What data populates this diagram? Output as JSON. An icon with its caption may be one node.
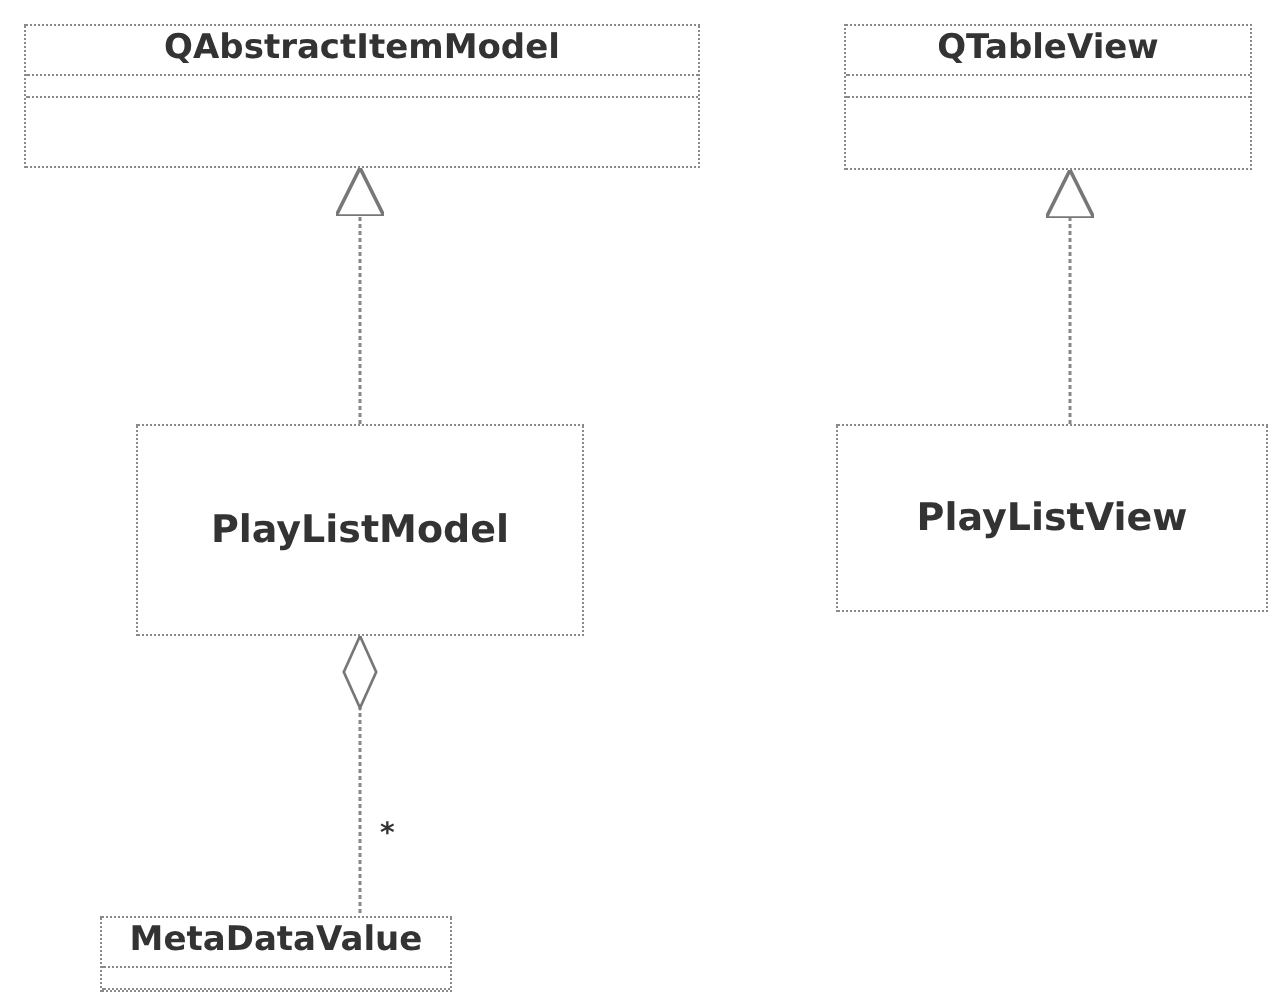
{
  "diagram": {
    "nodes": [
      {
        "text": [
          "QAbstractItemModel"
        ]
      },
      {
        "text": [
          "QTableView"
        ]
      },
      {
        "text": [
          "PlayListModel"
        ]
      },
      {
        "text": [
          "PlayListView"
        ]
      },
      {
        "text": [
          "MetaDataValue"
        ]
      }
    ],
    "edges": [
      {
        "from": 2,
        "to": 0,
        "arrow": "to"
      },
      {
        "from": 3,
        "to": 1,
        "arrow": "to"
      },
      {
        "from": 2,
        "to": 4,
        "arrow": "other",
        "label": "*"
      }
    ]
  }
}
